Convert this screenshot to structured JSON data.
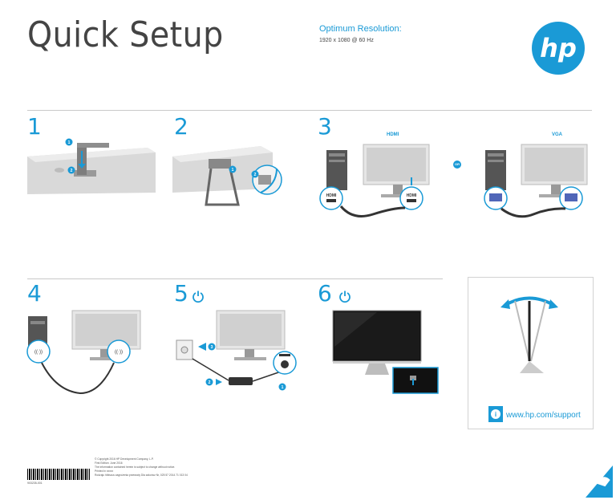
{
  "header": {
    "title": "Quick Setup",
    "resolution_label": "Optimum Resolution:",
    "resolution_value": "1920 x 1080 @ 60 Hz",
    "logo_text": "hp"
  },
  "steps": [
    {
      "number": "1"
    },
    {
      "number": "2"
    },
    {
      "number": "3",
      "label_a": "HDMI",
      "label_b": "VGA",
      "or": "OR",
      "port_a": "HDMI",
      "port_b": "HDMI"
    },
    {
      "number": "4"
    },
    {
      "number": "5",
      "power_icon": "power-icon"
    },
    {
      "number": "6",
      "power_icon": "power-icon"
    }
  ],
  "callouts": [
    "1",
    "2"
  ],
  "support": {
    "url": "www.hp.com/support",
    "icon": "info-icon"
  },
  "footer": {
    "legal": [
      "© Copyright 2016 HP Development Company, L.P.",
      "First Edition: June 2016",
      "The information contained herein is subject to change without notice.",
      "Printed in xxxxx",
      "Rodzaju hibiscus zagrożenia przewody Dla zakończ Nr, 025 57 2014 71 013 04"
    ],
    "part_number": "903235-001"
  },
  "colors": {
    "accent": "#1a9ad6",
    "text": "#444444",
    "rule": "#c9c9c9"
  }
}
